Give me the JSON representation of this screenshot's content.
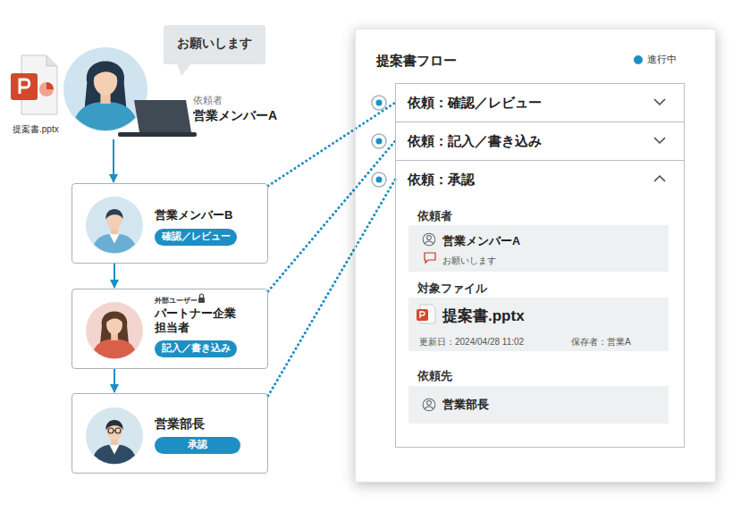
{
  "diagram": {
    "nodes": [
      {
        "text": [
          "依頼者",
          "営業メンバーA"
        ]
      },
      {
        "text": [
          "お願いします"
        ]
      },
      {
        "text": [
          "営業メンバーB"
        ]
      },
      {
        "text": [
          "確認／レビュー"
        ],
        "in": 2
      },
      {
        "text": [
          "外部ユーザー",
          "パートナー企業 担当者"
        ]
      },
      {
        "text": [
          "記入／書き込み"
        ],
        "in": 4
      },
      {
        "text": [
          "営業部長"
        ]
      },
      {
        "text": [
          "承認"
        ],
        "in": 6
      },
      {
        "text": [
          "提案書フロー"
        ]
      },
      {
        "text": [
          "依頼：確認／レビュー"
        ],
        "in": 8
      },
      {
        "text": [
          "依頼：記入／書き込み"
        ],
        "in": 8
      },
      {
        "text": [
          "依頼：承認",
          "依頼者",
          "対象ファイル",
          "依頼先"
        ],
        "in": 8
      },
      {
        "text": [
          "営業メンバーA",
          "お願いします"
        ],
        "in": 11
      },
      {
        "text": [
          "提案書.pptx",
          "更新日：2024/04/28 11:02",
          "保存者：営業A"
        ],
        "in": 11
      },
      {
        "text": [
          "営業部長"
        ],
        "in": 11
      }
    ],
    "edges": [
      {
        "from": 0,
        "to": 2,
        "arrow": "to"
      },
      {
        "from": 2,
        "to": 4,
        "arrow": "to"
      },
      {
        "from": 4,
        "to": 6,
        "arrow": "to"
      },
      {
        "from": 2,
        "to": 9,
        "arrow": "none"
      },
      {
        "from": 4,
        "to": 10,
        "arrow": "none"
      },
      {
        "from": 6,
        "to": 11,
        "arrow": "none"
      }
    ],
    "labels": [
      "提案書.pptx",
      "進行中"
    ]
  }
}
